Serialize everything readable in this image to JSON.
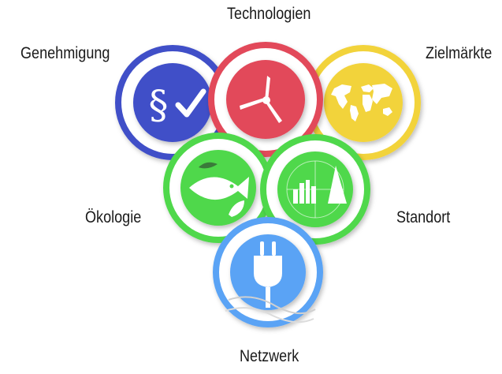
{
  "diagram": {
    "nodes": [
      {
        "id": "genehmigung",
        "label": "Genehmigung",
        "icon": "paragraph-check-icon",
        "color": "#3f4fc8"
      },
      {
        "id": "technologien",
        "label": "Technologien",
        "icon": "wind-turbine-icon",
        "color": "#e2485a"
      },
      {
        "id": "zielmaerkte",
        "label": "Zielmärkte",
        "icon": "world-map-icon",
        "color": "#f2d33a"
      },
      {
        "id": "oekologie",
        "label": "Ökologie",
        "icon": "fish-leaf-icon",
        "color": "#4fd84b"
      },
      {
        "id": "standort",
        "label": "Standort",
        "icon": "city-radar-icon",
        "color": "#4fd84b"
      },
      {
        "id": "netzwerk",
        "label": "Netzwerk",
        "icon": "power-plug-icon",
        "color": "#5aa3f5"
      }
    ]
  }
}
